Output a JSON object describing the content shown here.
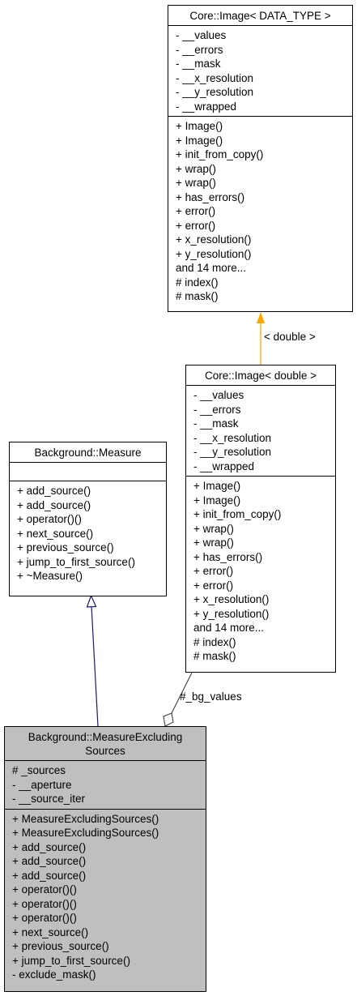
{
  "classes": {
    "image_template": {
      "title": "Core::Image< DATA_TYPE >",
      "attributes": [
        "- __values",
        "- __errors",
        "- __mask",
        "- __x_resolution",
        "- __y_resolution",
        "- __wrapped"
      ],
      "methods": [
        "+ Image()",
        "+ Image()",
        "+ init_from_copy()",
        "+ wrap()",
        "+ wrap()",
        "+ has_errors()",
        "+ error()",
        "+ error()",
        "+ x_resolution()",
        "+ y_resolution()",
        "and 14 more...",
        "# index()",
        "# mask()"
      ]
    },
    "image_double": {
      "title": "Core::Image< double >",
      "attributes": [
        "- __values",
        "- __errors",
        "- __mask",
        "- __x_resolution",
        "- __y_resolution",
        "- __wrapped"
      ],
      "methods": [
        "+ Image()",
        "+ Image()",
        "+ init_from_copy()",
        "+ wrap()",
        "+ wrap()",
        "+ has_errors()",
        "+ error()",
        "+ error()",
        "+ x_resolution()",
        "+ y_resolution()",
        "and 14 more...",
        "# index()",
        "# mask()"
      ]
    },
    "measure": {
      "title": "Background::Measure",
      "attributes": [],
      "methods": [
        "+ add_source()",
        "+ add_source()",
        "+ operator()()",
        "+ next_source()",
        "+ previous_source()",
        "+ jump_to_first_source()",
        "+ ~Measure()"
      ]
    },
    "measure_excluding": {
      "title_line1": "Background::MeasureExcluding",
      "title_line2": "Sources",
      "attributes": [
        "# _sources",
        "- __aperture",
        "- __source_iter"
      ],
      "methods": [
        "+ MeasureExcludingSources()",
        "+ MeasureExcludingSources()",
        "+ add_source()",
        "+ add_source()",
        "+ add_source()",
        "+ operator()()",
        "+ operator()()",
        "+ operator()()",
        "+ next_source()",
        "+ previous_source()",
        "+ jump_to_first_source()",
        "- exclude_mask()"
      ]
    }
  },
  "edges": {
    "template_instantiation_label": "< double >",
    "association_label": "#_bg_values"
  },
  "colors": {
    "focus_fill": "#bfbfbf",
    "template_arrow": "#ffa500",
    "inheritance_arrow": "#191970"
  }
}
